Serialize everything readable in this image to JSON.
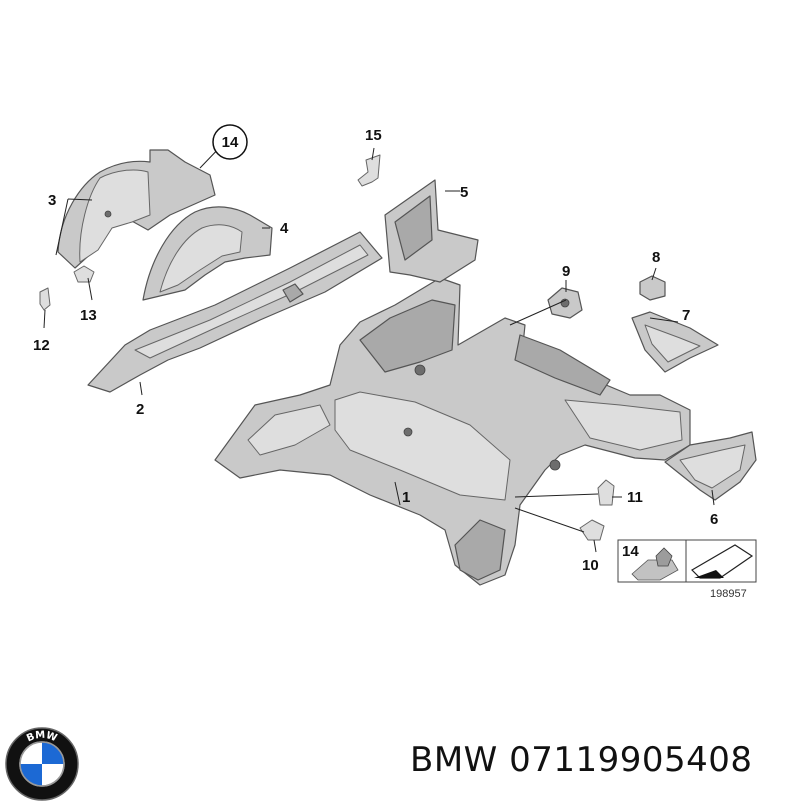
{
  "diagram": {
    "callouts": {
      "c1": "1",
      "c2": "2",
      "c3": "3",
      "c4": "4",
      "c5": "5",
      "c6": "6",
      "c7": "7",
      "c8": "8",
      "c9": "9",
      "c10": "10",
      "c11": "11",
      "c12": "12",
      "c13": "13",
      "c14_circled": "14",
      "c14_inset": "14",
      "c15": "15"
    },
    "reference_number": "198957"
  },
  "footer": {
    "brand_label": "BMW",
    "part_number": "07119905408",
    "logo_letters": "BMW",
    "logo_colors": {
      "ring": "#111111",
      "blue": "#1c69d4",
      "white": "#ffffff"
    }
  }
}
